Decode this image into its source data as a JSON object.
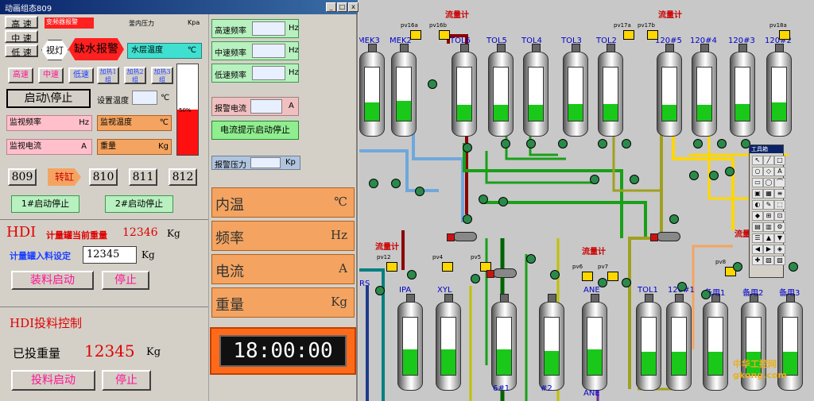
{
  "window": {
    "title": "动画组态809",
    "min": "_",
    "max": "□",
    "close": "x"
  },
  "speed": {
    "high": "高 速",
    "mid": "中 速",
    "low": "低 速"
  },
  "red_label": "变频器报警",
  "kettle_pressure": {
    "label": "釜内压力",
    "unit": "Kpa"
  },
  "view_light": "视灯",
  "water_alarm": "缺水报警",
  "water_temp": {
    "label": "水层温度",
    "unit": "℃"
  },
  "speed_buttons": {
    "high": "高速",
    "mid": "中速",
    "low": "低速"
  },
  "heat_buttons": [
    "加热1组",
    "加热2组",
    "加热3组"
  ],
  "start_stop": "启动\\停止",
  "set_temp": {
    "label": "设置温度",
    "unit": "℃"
  },
  "monitor_freq": {
    "label": "监视频率",
    "unit": "Hz"
  },
  "monitor_temp": {
    "label": "监视温度",
    "unit": "℃"
  },
  "monitor_current": {
    "label": "监视电流",
    "unit": "A"
  },
  "weight_field": {
    "label": "重量",
    "unit": "Kg"
  },
  "gauge_value": "50%",
  "gauge_level": 0.5,
  "freq_fields": [
    {
      "label": "高速频率",
      "unit": "Hz"
    },
    {
      "label": "中速频率",
      "unit": "Hz"
    },
    {
      "label": "低速频率",
      "unit": "Hz"
    }
  ],
  "alarm_current": {
    "label": "报警电流",
    "unit": "A"
  },
  "current_hint_btn": "电流提示启动停止",
  "alarm_pressure": {
    "label": "报警压力",
    "unit": "Kp"
  },
  "units": {
    "u809": "809",
    "transfer": "转缸",
    "u810": "810",
    "u811": "811",
    "u812": "812"
  },
  "start_stop_1": "1#启动停止",
  "start_stop_2": "2#启动停止",
  "hdi": {
    "title": "HDI",
    "weight_label": "计量罐当前重量",
    "weight_value": "12346",
    "weight_unit": "Kg",
    "set_label": "计量罐入料设定",
    "set_value": "12345",
    "set_unit": "Kg",
    "load_start": "装料启动",
    "stop": "停止"
  },
  "feed": {
    "title": "HDI投料控制",
    "fed_label": "已投重量",
    "fed_value": "12345",
    "fed_unit": "Kg",
    "start": "投料启动",
    "stop": "停止"
  },
  "big_fields": [
    {
      "label": "内温",
      "unit": "℃"
    },
    {
      "label": "频率",
      "unit": "Hz"
    },
    {
      "label": "电流",
      "unit": "A"
    },
    {
      "label": "重量",
      "unit": "Kg"
    }
  ],
  "clock": "18:00:00",
  "scada": {
    "flow_meters": [
      "流量计",
      "流量计",
      "流量计",
      "流量计",
      "流量计"
    ],
    "tanks_top": [
      {
        "name": "MEK3",
        "level": 0.35
      },
      {
        "name": "MEK2",
        "level": 0.38
      },
      {
        "name": "TOL6",
        "level": 0.3
      },
      {
        "name": "TOL5",
        "level": 0.3
      },
      {
        "name": "TOL4",
        "level": 0.3
      },
      {
        "name": "TOL3",
        "level": 0.32
      },
      {
        "name": "TOL2",
        "level": 0.32
      },
      {
        "name": "120#5",
        "level": 0.3
      },
      {
        "name": "120#4",
        "level": 0.3
      },
      {
        "name": "120#3",
        "level": 0.32
      },
      {
        "name": "120#2",
        "level": 0.35
      }
    ],
    "tanks_bottom": [
      {
        "name": "IPA",
        "level": 0.45
      },
      {
        "name": "XYL",
        "level": 0.45
      },
      {
        "name": "6#1",
        "level": 0.45
      },
      {
        "name": "#2",
        "level": 0.42
      },
      {
        "name": "ANE",
        "level": 0.45
      },
      {
        "name": "TOL1",
        "level": 0.4
      },
      {
        "name": "120#1",
        "level": 0.4
      },
      {
        "name": "备用1",
        "level": 0.4
      },
      {
        "name": "备用2",
        "level": 0.4
      },
      {
        "name": "备用3",
        "level": 0.4
      }
    ],
    "pv_labels": [
      "pv16a",
      "pv16b",
      "pv17a",
      "pv17b",
      "pv18a",
      "pv12",
      "pv4",
      "pv5",
      "pv6",
      "pv7",
      "pv8"
    ],
    "misc_labels": {
      "rs": "RS",
      "ane2": "ANE",
      "flow_right": "流量计"
    },
    "toolbox": {
      "title": "工具箱"
    },
    "watermark": "中华工控网 gkong.com"
  }
}
